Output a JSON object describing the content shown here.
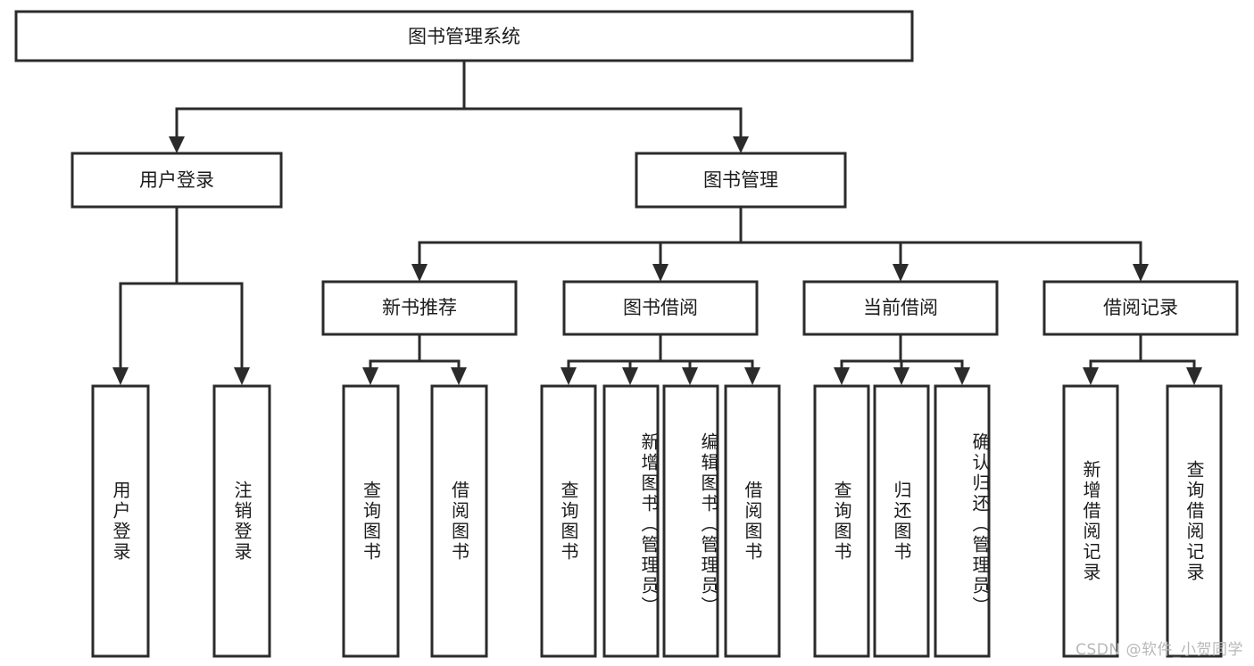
{
  "diagram": {
    "title": "图书管理系统",
    "watermark": "CSDN @软件_小贺同学",
    "colors": {
      "stroke": "#2b2b2b",
      "fill": "#ffffff",
      "text": "#1c1c1c",
      "watermark": "#b8b8b8"
    },
    "root": {
      "label": "图书管理系统"
    },
    "level2": [
      {
        "label": "用户登录"
      },
      {
        "label": "图书管理"
      }
    ],
    "level3": [
      {
        "label": "新书推荐"
      },
      {
        "label": "图书借阅"
      },
      {
        "label": "当前借阅"
      },
      {
        "label": "借阅记录"
      }
    ],
    "leaves_user_login": [
      {
        "label": "用户登录"
      },
      {
        "label": "注销登录"
      }
    ],
    "leaves_new_books": [
      {
        "label": "查询图书"
      },
      {
        "label": "借阅图书"
      }
    ],
    "leaves_borrow": [
      {
        "label": "查询图书"
      },
      {
        "label": "新增图书（管理员）"
      },
      {
        "label": "编辑图书（管理员）"
      },
      {
        "label": "借阅图书"
      }
    ],
    "leaves_current": [
      {
        "label": "查询图书"
      },
      {
        "label": "归还图书"
      },
      {
        "label": "确认归还（管理员）"
      }
    ],
    "leaves_records": [
      {
        "label": "新增借阅记录"
      },
      {
        "label": "查询借阅记录"
      }
    ]
  }
}
